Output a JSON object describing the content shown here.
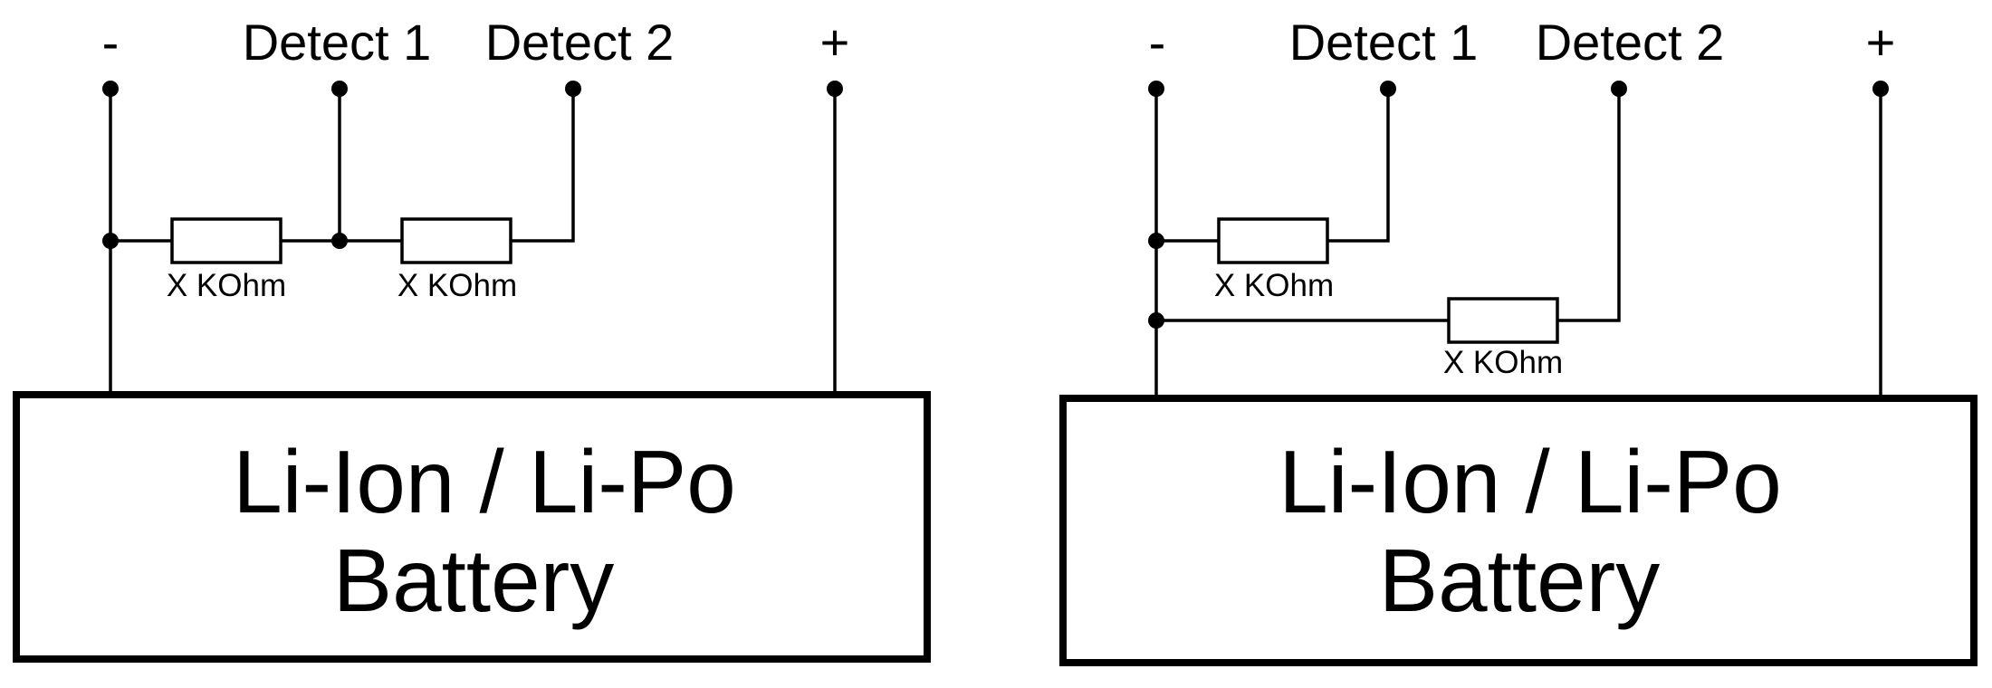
{
  "circuits": [
    {
      "terminals": {
        "minus": "-",
        "detect1": "Detect 1",
        "detect2": "Detect 2",
        "plus": "+"
      },
      "resistors": [
        "X KOhm",
        "X KOhm"
      ],
      "battery": {
        "line1": "Li-Ion / Li-Po",
        "line2": "Battery"
      }
    },
    {
      "terminals": {
        "minus": "-",
        "detect1": "Detect 1",
        "detect2": "Detect 2",
        "plus": "+"
      },
      "resistors": [
        "X KOhm",
        "X KOhm"
      ],
      "battery": {
        "line1": "Li-Ion / Li-Po",
        "line2": "Battery"
      }
    }
  ]
}
